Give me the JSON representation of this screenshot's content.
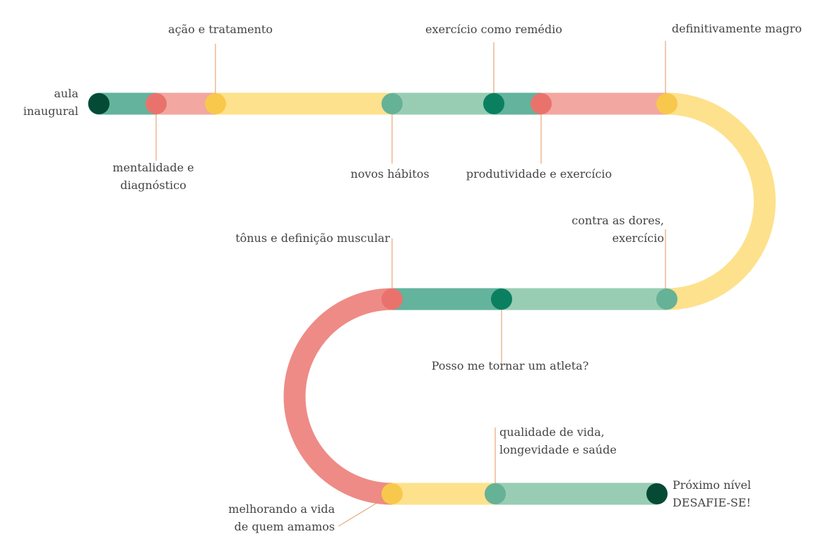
{
  "colors": {
    "dark_green": "#054a35",
    "green": "#0b8060",
    "mid_green": "#66b296",
    "teal": "#63b39d",
    "mint": "#98cdb4",
    "coral": "#e9736c",
    "salmon": "#f2a7a0",
    "red_arc": "#ee8b86",
    "yellow": "#f8c84c",
    "light_yellow": "#fde18c",
    "leader": "#e6935c"
  },
  "milestones": [
    {
      "id": "aula-inaugural",
      "lines": [
        "aula",
        "inaugural"
      ]
    },
    {
      "id": "mentalidade",
      "lines": [
        "mentalidade e",
        "diagnóstico"
      ]
    },
    {
      "id": "acao",
      "lines": [
        "ação e tratamento"
      ]
    },
    {
      "id": "novos-habitos",
      "lines": [
        "novos hábitos"
      ]
    },
    {
      "id": "exercicio-remedio",
      "lines": [
        "exercício como remédio"
      ]
    },
    {
      "id": "produtividade",
      "lines": [
        "produtividade e exercício"
      ]
    },
    {
      "id": "magro",
      "lines": [
        "definitivamente magro"
      ]
    },
    {
      "id": "dores",
      "lines": [
        "contra as dores,",
        "exercício"
      ]
    },
    {
      "id": "atleta",
      "lines": [
        "Posso me tornar um atleta?"
      ]
    },
    {
      "id": "tonus",
      "lines": [
        "tônus e definição muscular"
      ]
    },
    {
      "id": "melhorando",
      "lines": [
        "melhorando a vida",
        "de quem amamos"
      ]
    },
    {
      "id": "qualidade",
      "lines": [
        "qualidade de vida,",
        "longevidade e saúde"
      ]
    },
    {
      "id": "proximo",
      "lines": [
        "Próximo nível",
        "DESAFIE-SE!"
      ]
    }
  ]
}
